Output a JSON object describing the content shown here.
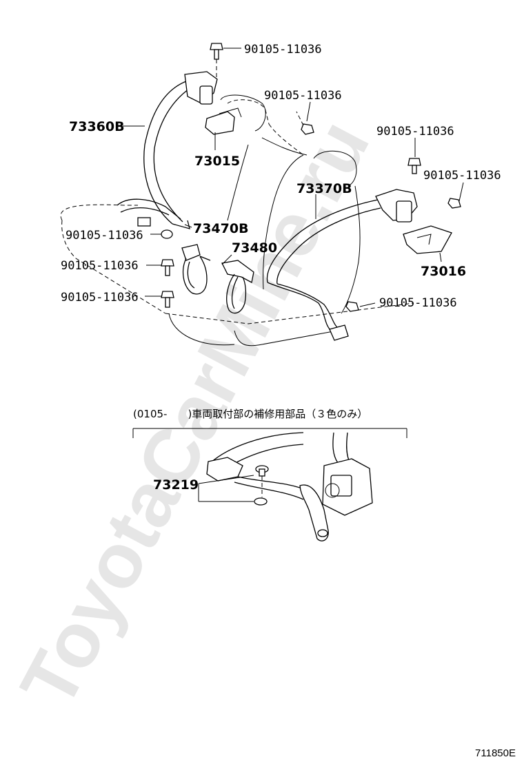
{
  "watermark": "ToyotaCarMine.ru",
  "labels": {
    "bolt_top": "90105-11036",
    "bolt_center": "90105-11036",
    "bolt_right_upper": "90105-11036",
    "bolt_right_mid": "90105-11036",
    "bolt_left_1": "90105-11036",
    "bolt_left_2": "90105-11036",
    "bolt_left_3": "90105-11036",
    "bolt_right_lower": "90105-11036",
    "belt_left": "73360B",
    "anchor_left": "73015",
    "belt_right": "73370B",
    "buckle_left": "73470B",
    "buckle_center": "73480",
    "anchor_right": "73016",
    "repair_part": "73219"
  },
  "note": "(0105-　　)車両取付部の補修用部品（３色のみ）",
  "figure_code": "711850E"
}
